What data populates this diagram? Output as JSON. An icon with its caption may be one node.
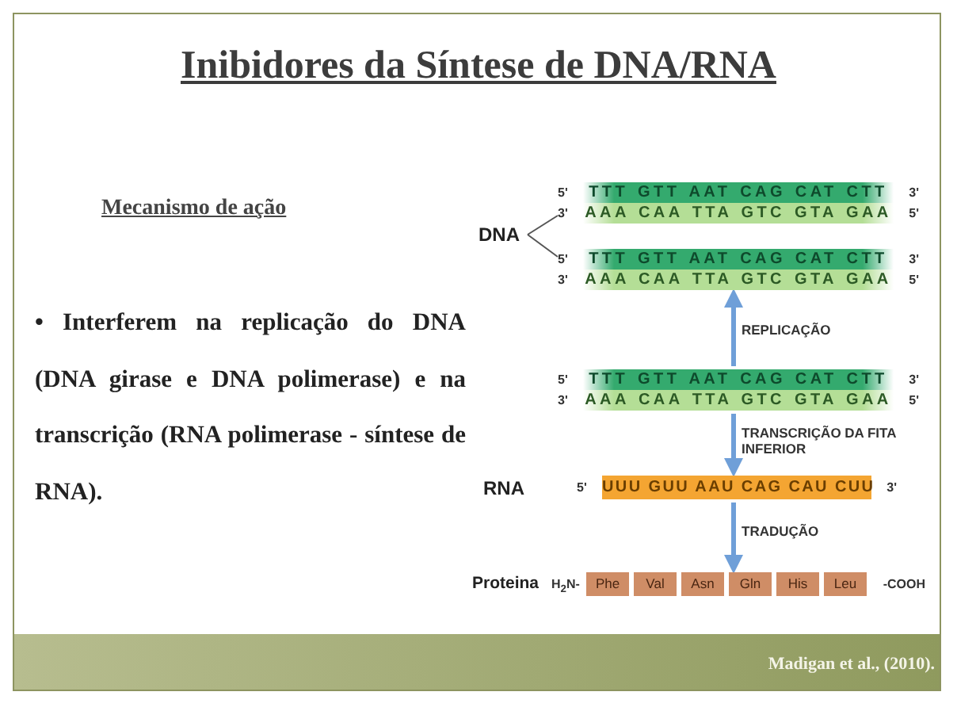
{
  "diagram": {
    "title": "Inibidores da Síntese de DNA/RNA",
    "nodes": [
      {
        "text": [
          "DNA"
        ]
      },
      {
        "text": [
          "TTT GTT AAT CAG CAT CTT",
          "AAA CAA TTA GTC GTA GAA"
        ],
        "beside": [
          "5'",
          "3'",
          "3'",
          "5'"
        ]
      },
      {
        "text": [
          "TTT GTT AAT CAG CAT CTT",
          "AAA CAA TTA GTC GTA GAA"
        ],
        "beside": [
          "5'",
          "3'",
          "3'",
          "5'"
        ]
      },
      {
        "text": [
          "TTT GTT AAT CAG CAT CTT",
          "AAA CAA TTA GTC GTA GAA"
        ],
        "beside": [
          "5'",
          "3'",
          "3'",
          "5'"
        ]
      },
      {
        "text": [
          "UUU GUU AAU CAG CAU CUU"
        ],
        "beside": [
          "5'",
          "3'"
        ]
      },
      {
        "text": [
          "Phe",
          "Val",
          "Asn",
          "Gln",
          "His",
          "Leu"
        ],
        "beside": [
          "H$_{2}$N-",
          "-COOH"
        ]
      }
    ],
    "edges": [
      {
        "from": 0,
        "to": 1,
        "arrow": "none",
        "color": "#555555"
      },
      {
        "from": 0,
        "to": 2,
        "arrow": "none",
        "color": "#555555"
      },
      {
        "from": 3,
        "to": 2,
        "arrow": "to",
        "label": "REPLICAÇÃO"
      },
      {
        "from": 3,
        "to": 4,
        "arrow": "to",
        "label": "TRANSCRIÇÃO DA FITA INFERIOR"
      },
      {
        "from": 4,
        "to": 5,
        "arrow": "to",
        "label": "TRADUÇÃO"
      }
    ],
    "labels": [
      "Mecanismo de ação",
      "• Interferem na replicação do DNA (DNA girase e DNA polimerase) e na transcrição (RNA polimerase - síntese de RNA).",
      "RNA",
      "Proteina",
      "Madigan et al., (2010)."
    ]
  }
}
